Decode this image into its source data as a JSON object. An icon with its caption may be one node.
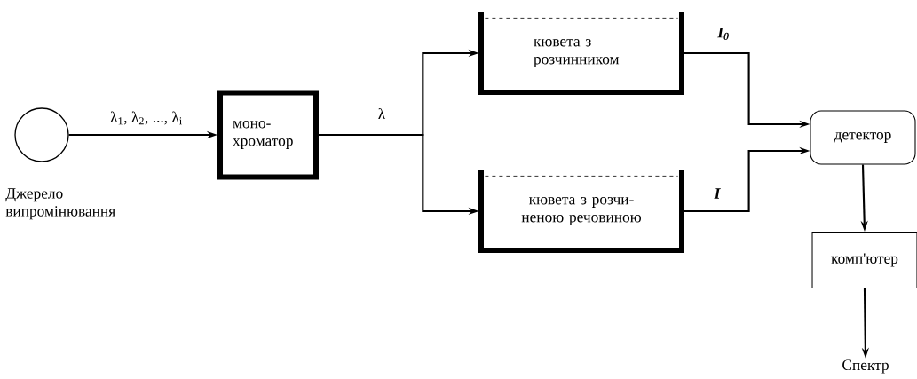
{
  "diagram": {
    "nodes": [
      {
        "text": [],
        "shape": "circle",
        "beside": [
          "Джерело випромінювання"
        ]
      },
      {
        "text": [
          "моно- хроматор"
        ]
      },
      {
        "text": [
          "кювета з розчинником"
        ]
      },
      {
        "text": [
          "кювета з розчи- неною речовиною"
        ]
      },
      {
        "text": [
          "детектор"
        ]
      },
      {
        "text": [
          "комп'ютер"
        ]
      },
      {
        "text": [
          "Спектр"
        ]
      }
    ],
    "edges": [
      {
        "from": 0,
        "to": 1,
        "arrow": "to",
        "label": "λ$_{1}$, λ$_{2}$, ..., λ$_{i}$"
      },
      {
        "from": 1,
        "to": 2,
        "arrow": "to",
        "label": "λ"
      },
      {
        "from": 1,
        "to": 3,
        "arrow": "to"
      },
      {
        "from": 2,
        "to": 4,
        "arrow": "to",
        "label": "I$_{0}$"
      },
      {
        "from": 3,
        "to": 4,
        "arrow": "to",
        "label": "I"
      },
      {
        "from": 4,
        "to": 5,
        "arrow": "to"
      },
      {
        "from": 5,
        "to": 6,
        "arrow": "to"
      }
    ]
  }
}
